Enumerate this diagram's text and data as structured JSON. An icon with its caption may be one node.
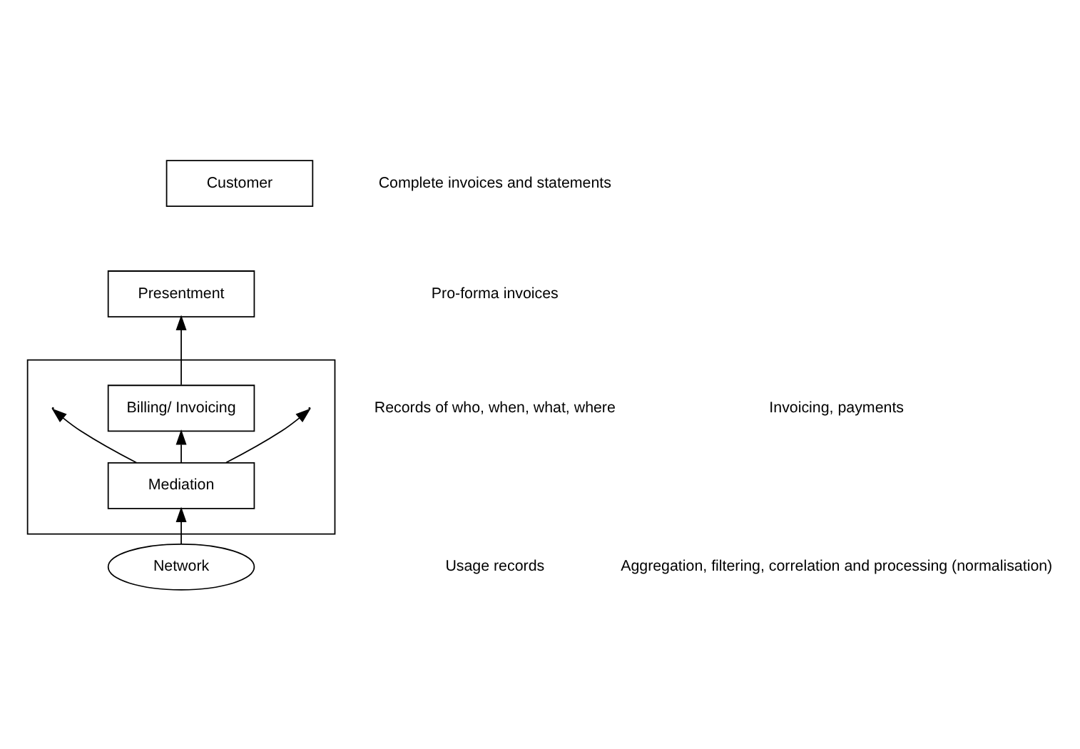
{
  "diagram": {
    "nodes": [
      {
        "text": [
          "Customer"
        ]
      },
      {
        "text": [
          "Presentment"
        ]
      },
      {
        "text": [],
        "shape": "box"
      },
      {
        "text": [
          "Billing/ Invoicing"
        ],
        "in": 2
      },
      {
        "text": [
          "Mediation"
        ],
        "in": 2
      },
      {
        "text": [
          "Network"
        ]
      }
    ],
    "edges": [
      {
        "from": 3,
        "to": 1,
        "arrow": "to"
      },
      {
        "from": 4,
        "to": 3,
        "arrow": "to"
      },
      {
        "from": 4,
        "to": null,
        "arrow": "to"
      },
      {
        "from": 4,
        "to": null,
        "arrow": "to"
      },
      {
        "from": 5,
        "to": 4,
        "arrow": "to"
      }
    ],
    "labels": [
      "Complete invoices and statements",
      "Pro-forma invoices",
      "Invoicing, payments",
      "Records of who, when, what, where",
      "Aggregation, filtering, correlation and processing (normalisation)",
      "Usage records"
    ]
  }
}
